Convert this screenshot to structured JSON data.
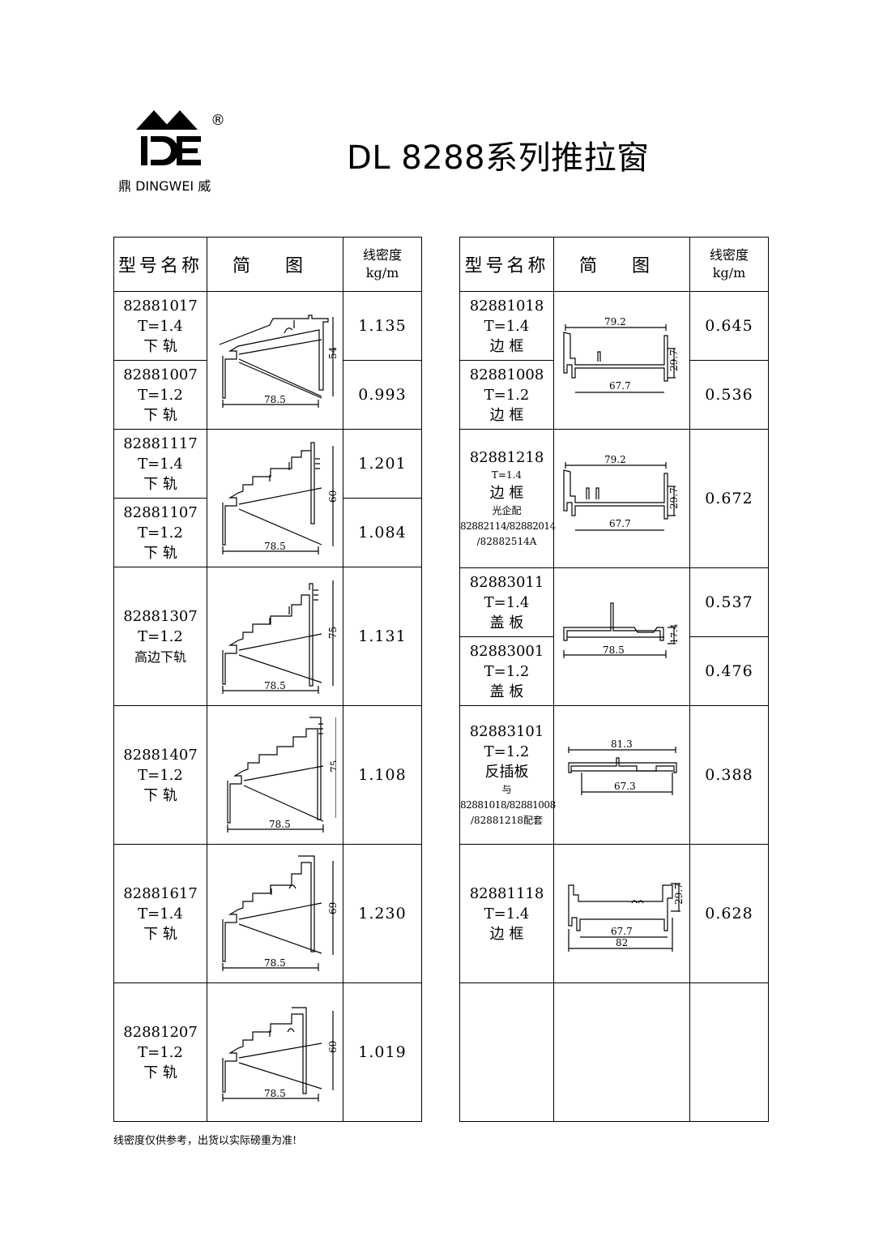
{
  "brand": {
    "logo_mark": "DE",
    "registered_mark": "®",
    "name": "鼎 DINGWEI 威"
  },
  "title": "DL 8288系列推拉窗",
  "headers": {
    "name": "型号名称",
    "sketch": "简 图",
    "density": "线密度",
    "density_unit": "kg/m"
  },
  "left_table": {
    "groups": [
      {
        "sketch_dims": [
          "54",
          "78.5"
        ],
        "rows": [
          {
            "code": "82881017",
            "thickness": "T=1.4",
            "type": "下 轨",
            "density": "1.135"
          },
          {
            "code": "82881007",
            "thickness": "T=1.2",
            "type": "下 轨",
            "density": "0.993"
          }
        ]
      },
      {
        "sketch_dims": [
          "60",
          "78.5"
        ],
        "rows": [
          {
            "code": "82881117",
            "thickness": "T=1.4",
            "type": "下 轨",
            "density": "1.201"
          },
          {
            "code": "82881107",
            "thickness": "T=1.2",
            "type": "下 轨",
            "density": "1.084"
          }
        ]
      },
      {
        "sketch_dims": [
          "75",
          "78.5"
        ],
        "rows": [
          {
            "code": "82881307",
            "thickness": "T=1.2",
            "type": "高边下轨",
            "density": "1.131"
          }
        ]
      },
      {
        "sketch_dims": [
          "75",
          "78.5"
        ],
        "rows": [
          {
            "code": "82881407",
            "thickness": "T=1.2",
            "type": "下  轨",
            "density": "1.108"
          }
        ]
      },
      {
        "sketch_dims": [
          "69",
          "78.5"
        ],
        "rows": [
          {
            "code": "82881617",
            "thickness": "T=1.4",
            "type": "下  轨",
            "density": "1.230"
          }
        ]
      },
      {
        "sketch_dims": [
          "60",
          "78.5"
        ],
        "rows": [
          {
            "code": "82881207",
            "thickness": "T=1.2",
            "type": "下  轨",
            "density": "1.019"
          }
        ]
      }
    ]
  },
  "right_table": {
    "groups": [
      {
        "sketch_dims": [
          "79.2",
          "29.7",
          "67.7"
        ],
        "rows": [
          {
            "code": "82881018",
            "thickness": "T=1.4",
            "type": "边 框",
            "density": "0.645"
          },
          {
            "code": "82881008",
            "thickness": "T=1.2",
            "type": "边 框",
            "density": "0.536"
          }
        ]
      },
      {
        "sketch_dims": [
          "79.2",
          "29.7",
          "67.7"
        ],
        "rows": [
          {
            "code": "82881218",
            "thickness": "T=1.4",
            "type": "边 框",
            "note1": "光企配",
            "note2": "82882114/82882014",
            "note3": "/82882514A",
            "density": "0.672"
          }
        ]
      },
      {
        "sketch_dims": [
          "17.4",
          "78.5"
        ],
        "rows": [
          {
            "code": "82883011",
            "thickness": "T=1.4",
            "type": "盖 板",
            "density": "0.537"
          },
          {
            "code": "82883001",
            "thickness": "T=1.2",
            "type": "盖 板",
            "density": "0.476"
          }
        ]
      },
      {
        "sketch_dims": [
          "81.3",
          "67.3"
        ],
        "rows": [
          {
            "code": "82883101",
            "thickness": "T=1.2",
            "type": "反插板",
            "note1": "与",
            "note2": "82881018/82881008",
            "note3": "/82881218配套",
            "density": "0.388"
          }
        ]
      },
      {
        "sketch_dims": [
          "29.7",
          "67.7",
          "82"
        ],
        "rows": [
          {
            "code": "82881118",
            "thickness": "T=1.4",
            "type": "边 框",
            "density": "0.628"
          }
        ]
      }
    ]
  },
  "footnote": "线密度仅供参考，出货以实际磅重为准!"
}
